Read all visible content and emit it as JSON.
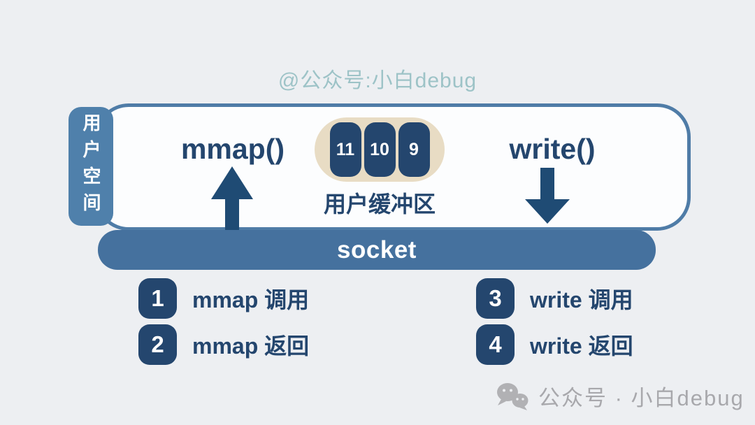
{
  "watermark": "@公众号:小白debug",
  "diagram": {
    "user_space_label": "用户空间",
    "mmap_label": "mmap()",
    "write_label": "write()",
    "buffer": {
      "label": "用户缓冲区",
      "cells": [
        "11",
        "10",
        "9"
      ]
    },
    "socket_label": "socket"
  },
  "steps": [
    {
      "num": "1",
      "label": "mmap 调用"
    },
    {
      "num": "2",
      "label": "mmap 返回"
    },
    {
      "num": "3",
      "label": "write 调用"
    },
    {
      "num": "4",
      "label": "write 返回"
    }
  ],
  "footer": {
    "brand": "公众号 · 小白debug",
    "icon": "wechat-icon"
  },
  "colors": {
    "background": "#edeff2",
    "container_border": "#4f7ca7",
    "tab_blue": "#4f80ab",
    "socket_blue": "#45719e",
    "navy": "#24466e",
    "buffer_beige": "#e8dcc4",
    "watermark_teal": "#9dc3c7",
    "footer_gray": "#a8a8ac"
  }
}
